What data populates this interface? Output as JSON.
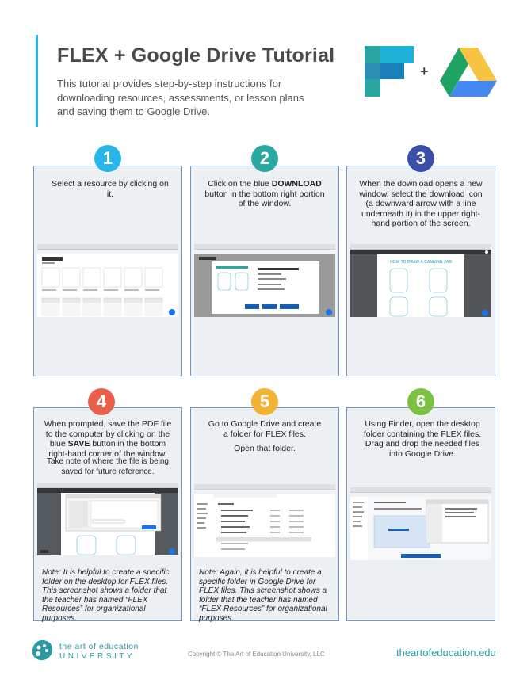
{
  "header": {
    "title": "FLEX + Google Drive Tutorial",
    "subtitle": "This tutorial provides step-by-step instructions for downloading resources, assessments, or lesson plans and saving them to Google Drive.",
    "plus": "+"
  },
  "colors": {
    "accent": "#29b6e8",
    "card_border": "#6f98c4",
    "card_bg": "#ecf0f3",
    "brand_teal": "#2a9ba3"
  },
  "steps": [
    {
      "number": "1",
      "color": "#29b6e8",
      "text": "Select a resource by clicking on it.",
      "note": ""
    },
    {
      "number": "2",
      "color": "#2aa9a0",
      "text_pre": "Click on the blue ",
      "text_bold": "DOWNLOAD",
      "text_post": " button in the bottom right portion of the window.",
      "note": ""
    },
    {
      "number": "3",
      "color": "#3a4fa8",
      "text": "When the download opens a new window, select the download icon (a downward arrow with a line underneath it) in the upper right-hand portion of the screen.",
      "note": ""
    },
    {
      "number": "4",
      "color": "#e8604c",
      "text_pre": "When prompted, save the PDF file to the computer by clicking on the blue ",
      "text_bold": "SAVE",
      "text_post": " button in the bottom right-hand corner of the window.",
      "text2": "Take note of where the file is being saved for future reference.",
      "note": "Note: It is helpful to create a specific folder on the desktop for FLEX files. This screenshot shows a folder that the teacher has named “FLEX Resources” for organizational purposes."
    },
    {
      "number": "5",
      "color": "#f2b233",
      "text": "Go to Google Drive and create a folder for FLEX files.",
      "text2": "Open that folder.",
      "note": "Note: Again, it is helpful to create a specific folder in Google Drive for FLEX files. This screenshot shows a folder that the teacher has named “FLEX Resources” for organizational purposes."
    },
    {
      "number": "6",
      "color": "#7cc142",
      "text": "Using Finder, open the desktop folder containing the FLEX files. Drag and drop the needed files into Google Drive.",
      "note": ""
    }
  ],
  "shot3_heading": "HOW TO DRAW A CANNING JAR",
  "footer": {
    "brand_line1": "the art of education",
    "brand_line2": "UNIVERSITY",
    "copyright": "Copyright © The Art of Education University, LLC",
    "site": "theartofeducation.edu"
  }
}
